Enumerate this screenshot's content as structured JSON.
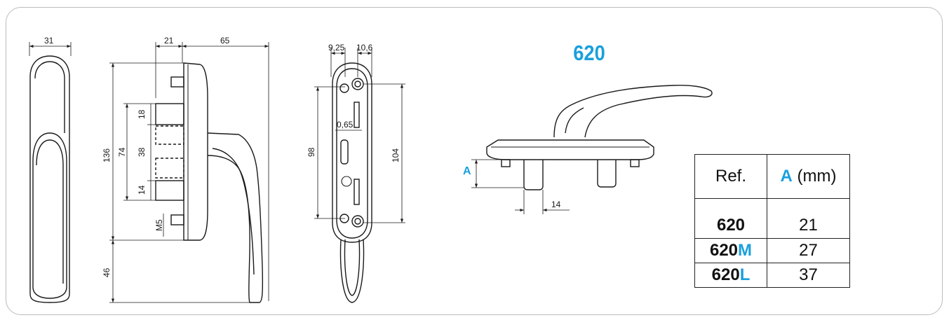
{
  "model_title": "620",
  "colors": {
    "accent": "#1aa0dd",
    "line": "#1a1a1a"
  },
  "side_view": {
    "width": "31"
  },
  "profile_view": {
    "top_left": "21",
    "top_right": "65",
    "height_total": "136",
    "spacing_outer": "74",
    "d18": "18",
    "d38": "38",
    "d14": "14",
    "screw": "M5",
    "lever": "46"
  },
  "back_view": {
    "d925": "9,25",
    "d106": "10,6",
    "d065": "0,65",
    "h98": "98",
    "h104": "104"
  },
  "perspective": {
    "label_a": "A",
    "d14": "14"
  },
  "table": {
    "header_ref": "Ref.",
    "header_a": "A",
    "header_unit": "(mm)",
    "rows": [
      {
        "base": "620",
        "suffix": "",
        "value": "21"
      },
      {
        "base": "620",
        "suffix": "M",
        "value": "27"
      },
      {
        "base": "620",
        "suffix": "L",
        "value": "37"
      }
    ]
  }
}
